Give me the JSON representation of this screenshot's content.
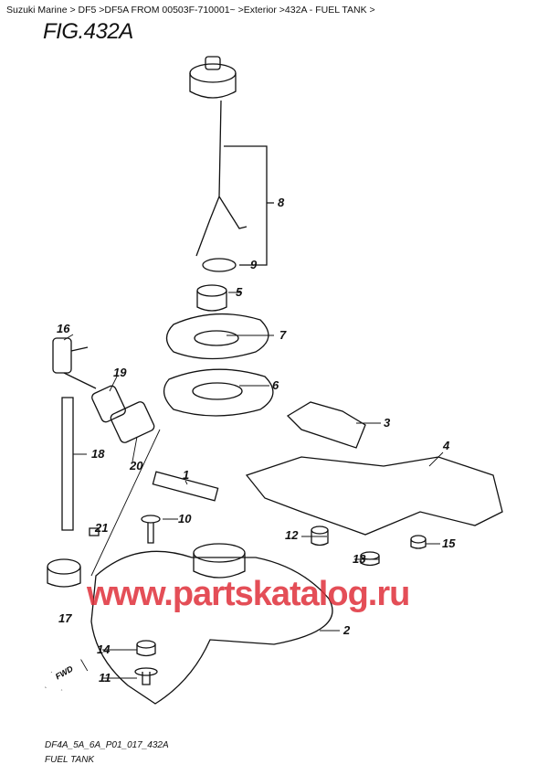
{
  "breadcrumb": "Suzuki Marine > DF5 >DF5A FROM 00503F-710001~ >Exterior >432A - FUEL TANK >",
  "figure_title": "FIG.432A",
  "callouts": {
    "c1": "1",
    "c2": "2",
    "c3": "3",
    "c4": "4",
    "c5": "5",
    "c6": "6",
    "c7": "7",
    "c8": "8",
    "c9": "9",
    "c10": "10",
    "c11": "11",
    "c12": "12",
    "c13": "13",
    "c14": "14",
    "c15": "15",
    "c16": "16",
    "c17": "17",
    "c18": "18",
    "c19": "19",
    "c20": "20",
    "c21": "21"
  },
  "fwd_label": "FWD",
  "watermark": "www.partskatalog.ru",
  "footer": {
    "code": "DF4A_5A_6A_P01_017_432A",
    "name": "FUEL TANK"
  }
}
